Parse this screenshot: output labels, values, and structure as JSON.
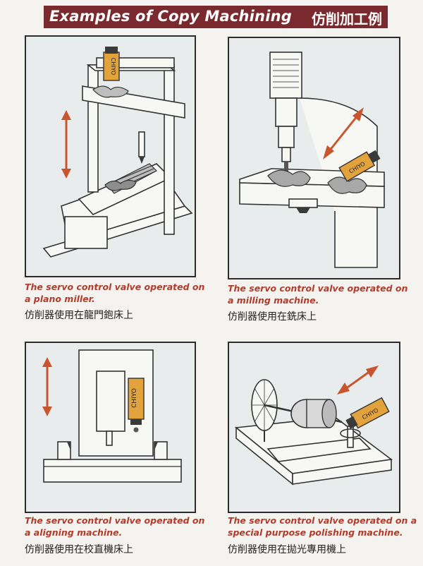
{
  "header": {
    "title_en": "Examples of Copy Machining",
    "title_zh": "仿削加工例"
  },
  "panels": [
    {
      "caption_en_1": "The servo control valve operated on",
      "caption_en_2": "a plano miller.",
      "caption_zh": "仿削器使用在龍門鉋床上",
      "device_label": "CHIYO"
    },
    {
      "caption_en_1": "The servo control valve operated on",
      "caption_en_2": "a milling machine.",
      "caption_zh": "仿削器使用在銑床上",
      "device_label": "CHIYO"
    },
    {
      "caption_en_1": "The servo control valve operated on",
      "caption_en_2": "a aligning machine.",
      "caption_zh": "仿削器使用在校直機床上",
      "device_label": "CHIYO"
    },
    {
      "caption_en_1": "The servo control valve operated on a",
      "caption_en_2": "special purpose polishing machine.",
      "caption_zh": "仿削器使用在拋光專用機上",
      "device_label": "CHIYO"
    }
  ],
  "colors": {
    "title_background": "#7a2a2e",
    "caption_text": "#b23b2b",
    "arrow": "#c8552e",
    "device": "#e2a33c"
  }
}
